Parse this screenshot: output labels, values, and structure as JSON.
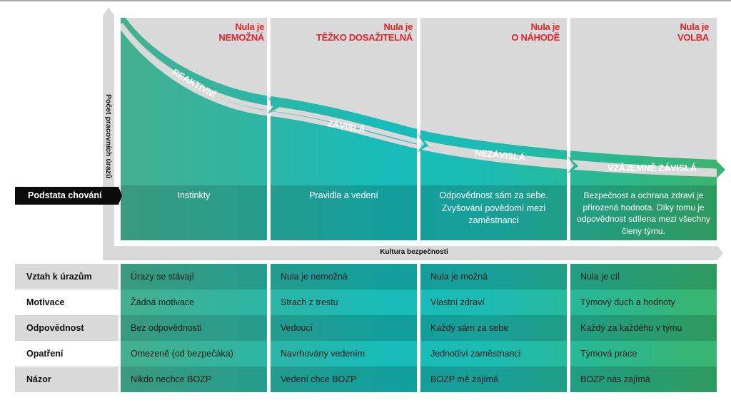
{
  "axes": {
    "y_label": "Počet pracovních úrazů",
    "x_label": "Kultura bezpečnosti"
  },
  "row_pointer_label": "Podstata chování",
  "columns": [
    {
      "stage": "REAKTIVNÍ",
      "zero_prefix": "Nula je",
      "zero_statement": "NEMOŽNÁ",
      "behaviour": [
        "Instinkty"
      ]
    },
    {
      "stage": "ZÁVISLÁ",
      "zero_prefix": "Nula je",
      "zero_statement": "TĚŽKO DOSAŽITELNÁ",
      "behaviour": [
        "Pravidla a vedení"
      ]
    },
    {
      "stage": "NEZÁVISLÁ",
      "zero_prefix": "Nula je",
      "zero_statement": "O NÁHODĚ",
      "behaviour": [
        "Odpovědnost sám za sebe.",
        "Zvyšování povědomí mezi",
        "zaměstnanci"
      ]
    },
    {
      "stage": "VZÁJEMNĚ ZÁVISLÁ",
      "zero_prefix": "Nula je",
      "zero_statement": "VOLBA",
      "behaviour": [
        "Bezpečnost a ochrana zdraví je",
        "přirozená hodnota. Díky tomu je",
        "odpovědnost sdílena mezi všechny",
        "členy týmu."
      ]
    }
  ],
  "table": {
    "rows": [
      {
        "header": "Vztah k úrazům",
        "cells": [
          "Úrazy se stávají",
          "Nula je nemožná",
          "Nula je možná",
          "Nula je cíl"
        ]
      },
      {
        "header": "Motivace",
        "cells": [
          "Žádná motivace",
          "Strach z trestu",
          "Vlastní zdraví",
          "Týmový duch a hodnoty"
        ]
      },
      {
        "header": "Odpovědnost",
        "cells": [
          "Bez odpovědnosti",
          "Vedoucí",
          "Každý sám za sebe",
          "Každý za každého v týmu"
        ]
      },
      {
        "header": "Opatření",
        "cells": [
          "Omezeně (od bezpečáka)",
          "Navrhovány vedením",
          "Jednotliví zaměstnanci",
          "Týmová práce"
        ]
      },
      {
        "header": "Názor",
        "cells": [
          "Nikdo nechce BOZP",
          "Vedení chce BOZP",
          "BOZP mě zajímá",
          "BOZP nás zajímá"
        ]
      }
    ]
  },
  "colors": {
    "zero_label": "#e0242b",
    "panel_grey": "#d9d9d9",
    "teal_start": "#45b08f",
    "teal_mid": "#17bbb9",
    "green_end": "#3ab46f"
  }
}
